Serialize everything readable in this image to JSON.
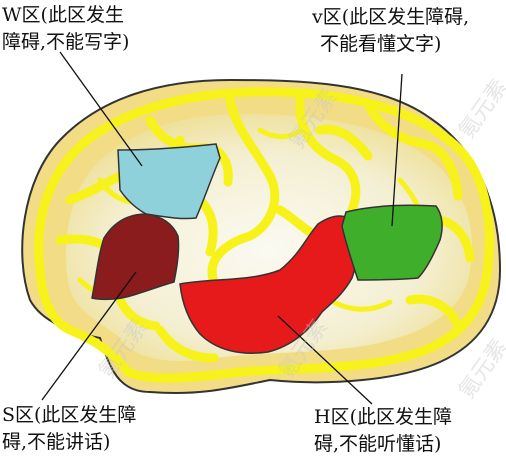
{
  "colors": {
    "cortex_fill": "#f2dc86",
    "cortex_outline": "#333333",
    "gyri": "#f7f21a",
    "inner_glow": "#f5f3e6",
    "w_area": "#8fd1da",
    "s_area": "#8a1c1e",
    "h_area": "#e6191b",
    "v_area": "#3fae2a",
    "leader_line": "#111111",
    "watermark": "#c8c8c8"
  },
  "labels": {
    "w": {
      "line1": "W区(此区发生",
      "line2": "障碍,不能写字)"
    },
    "v": {
      "line1": "v区(此区发生障碍,",
      "line2": "不能看懂文字)"
    },
    "s": {
      "line1": "S区(此区发生障",
      "line2": "碍,不能讲话)"
    },
    "h": {
      "line1": "H区(此区发生障",
      "line2": "碍,不能听懂话)"
    }
  },
  "watermark": {
    "text": "氪元素"
  }
}
